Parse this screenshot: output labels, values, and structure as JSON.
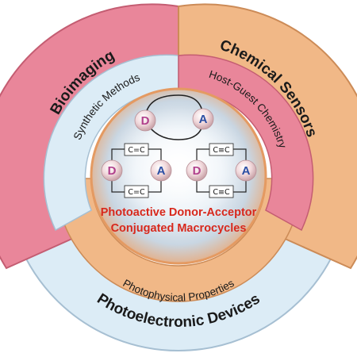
{
  "outer_ring": {
    "left": "Bioimaging",
    "right": "Chemical Sensors",
    "bottom": "Photoelectronic Devices"
  },
  "middle_ring": {
    "left": "Synthetic Methods",
    "right": "Host-Guest Chemistry",
    "bottom": "Photophysical Properties"
  },
  "center": {
    "title_line1": "Photoactive Donor-Acceptor",
    "title_line2": "Conjugated Macrocycles"
  },
  "molecules": {
    "donor": "D",
    "acceptor": "A",
    "double_bond": "C=C",
    "triple_bond": "C≡C"
  },
  "colors": {
    "pink": "#e9869a",
    "orange": "#f1b887",
    "light_blue": "#dcecf6",
    "title_red": "#d8281c",
    "donor_purple": "#b0408c",
    "acceptor_blue": "#2b4ea3"
  }
}
